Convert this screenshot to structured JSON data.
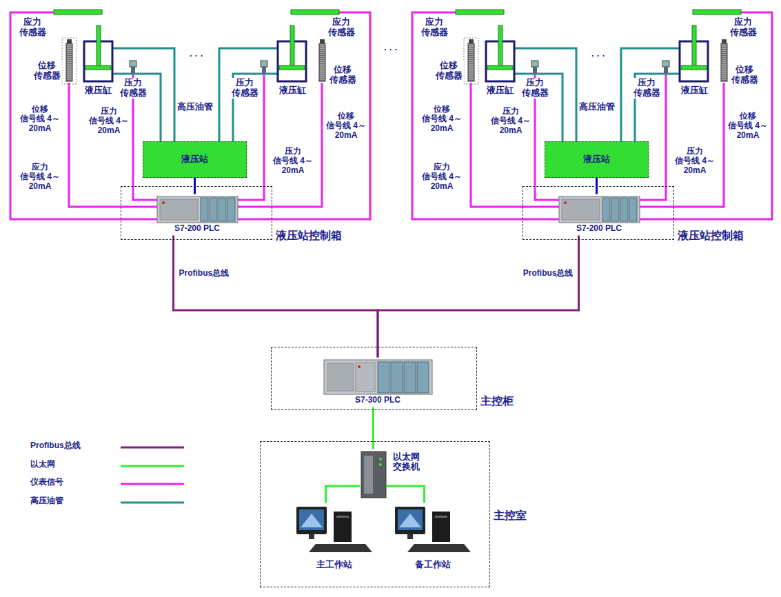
{
  "diagram": {
    "nodes": [
      {
        "text": [
          "液压站"
        ]
      },
      {
        "text": [
          "液压站控制箱"
        ]
      },
      {
        "text": [
          "S7-200 PLC"
        ],
        "in": 1
      },
      {
        "text": [
          "液压站"
        ]
      },
      {
        "text": [
          "液压站控制箱"
        ]
      },
      {
        "text": [
          "S7-200 PLC"
        ],
        "in": 4
      },
      {
        "text": [
          "主控柜"
        ]
      },
      {
        "text": [
          "S7-300 PLC"
        ],
        "in": 6
      },
      {
        "text": [
          "主控室"
        ]
      },
      {
        "text": [
          "以太网 交换机"
        ],
        "in": 8
      },
      {
        "text": [
          "主工作站"
        ],
        "in": 8
      },
      {
        "text": [
          "备工作站"
        ],
        "in": 8
      }
    ],
    "edges": [
      {
        "from": 2,
        "to": 0,
        "arrow": "none"
      },
      {
        "from": 5,
        "to": 3,
        "arrow": "none"
      },
      {
        "from": 2,
        "to": 7,
        "label": "Profibus总线",
        "arrow": "none"
      },
      {
        "from": 5,
        "to": 7,
        "label": "Profibus总线",
        "arrow": "none"
      },
      {
        "from": 7,
        "to": 9,
        "arrow": "none"
      },
      {
        "from": 9,
        "to": 10,
        "arrow": "none"
      },
      {
        "from": 9,
        "to": 11,
        "arrow": "none"
      }
    ],
    "labels": [
      "应力 传感器",
      "应力 传感器",
      "位移 传感器",
      "位移 传感器",
      "液压缸",
      "液压缸",
      "压力 传感器",
      "压力 传感器",
      "· · ·",
      "高压油管",
      "位移 信号线 4～20mA",
      "压力 信号线 4～20mA",
      "位移 信号线 4～20mA",
      "压力 信号线 4～20mA",
      "应力 信号线 4～20mA",
      "应力 传感器",
      "应力 传感器",
      "位移 传感器",
      "位移 传感器",
      "液压缸",
      "液压缸",
      "压力 传感器",
      "压力 传感器",
      "· · ·",
      "高压油管",
      "位移 信号线 4～20mA",
      "压力 信号线 4～20mA",
      "位移 信号线 4～20mA",
      "压力 信号线 4～20mA",
      "应力 信号线 4～20mA",
      "· · ·"
    ],
    "legend": [
      {
        "text": "Profibus总线"
      },
      {
        "text": "以太网"
      },
      {
        "text": "仪表信号"
      },
      {
        "text": "高压油管"
      }
    ]
  }
}
